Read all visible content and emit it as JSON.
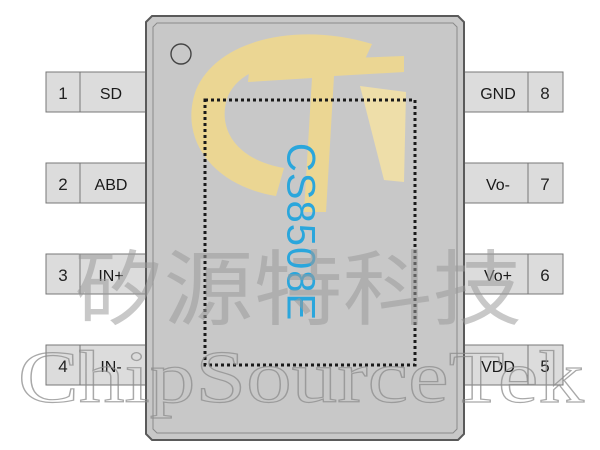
{
  "chip": {
    "name": "CS8508E",
    "colors": {
      "body": "#c8c8c8",
      "body_border": "#5a5a5a",
      "pin": "#dcdcdc",
      "name": "#2aa6dc",
      "logo": "#f2d98a"
    }
  },
  "pins_left": [
    {
      "num": "1",
      "label": "SD"
    },
    {
      "num": "2",
      "label": "ABD"
    },
    {
      "num": "3",
      "label": "IN+"
    },
    {
      "num": "4",
      "label": "IN-"
    }
  ],
  "pins_right": [
    {
      "num": "8",
      "label": "GND"
    },
    {
      "num": "7",
      "label": "Vo-"
    },
    {
      "num": "6",
      "label": "Vo+"
    },
    {
      "num": "5",
      "label": "VDD"
    }
  ],
  "watermark": {
    "chinese": "矽源特科技",
    "english": "ChipSourceTek"
  }
}
